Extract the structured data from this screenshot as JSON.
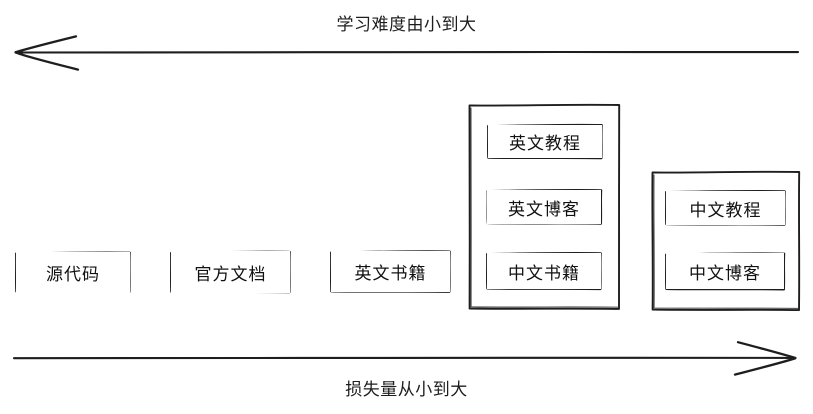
{
  "diagram": {
    "type": "sketch-spectrum-diagram",
    "style": "hand-drawn",
    "stroke_color": "#1e1e1e",
    "background_color": "#ffffff",
    "axes": {
      "top": {
        "label": "学习难度由小到大",
        "arrow_direction": "left",
        "icon": "left-arrow-icon"
      },
      "bottom": {
        "label": "损失量从小到大",
        "arrow_direction": "right",
        "icon": "right-arrow-icon"
      }
    },
    "nodes": [
      {
        "id": "source-code",
        "label": "源代码"
      },
      {
        "id": "official-docs",
        "label": "官方文档"
      },
      {
        "id": "english-books",
        "label": "英文书籍"
      },
      {
        "id": "english-tutorial",
        "label": "英文教程"
      },
      {
        "id": "english-blog",
        "label": "英文博客"
      },
      {
        "id": "chinese-books",
        "label": "中文书籍"
      },
      {
        "id": "chinese-tutorial",
        "label": "中文教程"
      },
      {
        "id": "chinese-blog",
        "label": "中文博客"
      }
    ],
    "groups": [
      {
        "id": "english-materials-group",
        "members": [
          "english-tutorial",
          "english-blog",
          "chinese-books"
        ]
      },
      {
        "id": "chinese-materials-group",
        "members": [
          "chinese-tutorial",
          "chinese-blog"
        ]
      }
    ]
  }
}
